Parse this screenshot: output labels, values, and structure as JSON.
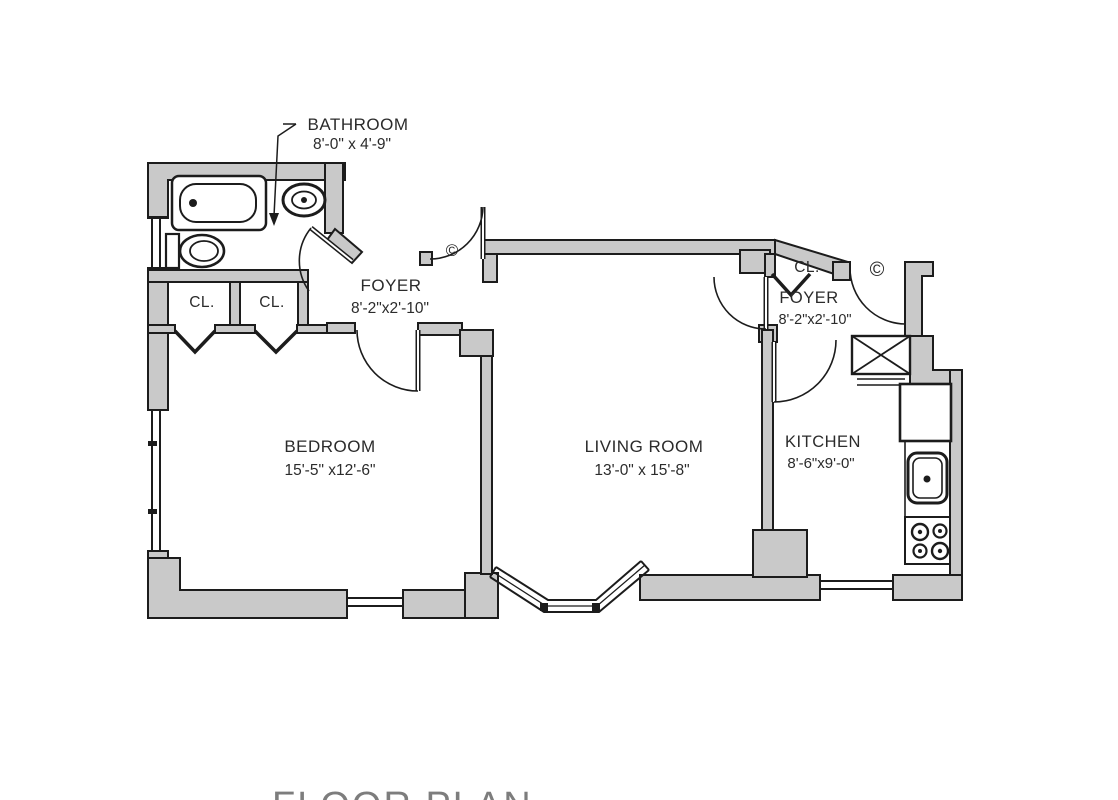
{
  "meta": {
    "drawing_type": "apartment floor plan",
    "caption": "FLOOR PLAN",
    "copyright_symbol": "©"
  },
  "colors": {
    "wall_fill": "#c9c9c9",
    "line": "#1c1c1c",
    "text": "#2b2b2b",
    "background": "#ffffff",
    "caption": "#7d7d7d"
  },
  "rooms": {
    "bathroom": {
      "name": "BATHROOM",
      "dims": "8'-0\" x 4'-9\""
    },
    "foyer_left": {
      "name": "FOYER",
      "dims": "8'-2\"x2'-10\""
    },
    "bedroom": {
      "name": "BEDROOM",
      "dims": "15'-5\" x12'-6\""
    },
    "living_room": {
      "name": "LIVING ROOM",
      "dims": "13'-0\" x 15'-8\""
    },
    "kitchen": {
      "name": "KITCHEN",
      "dims": "8'-6\"x9'-0\""
    },
    "foyer_right": {
      "name": "FOYER",
      "dims": "8'-2\"x2'-10\""
    }
  },
  "closets": {
    "left_a": "CL.",
    "left_b": "CL.",
    "right": "CL."
  },
  "fixtures": [
    "bathtub",
    "toilet",
    "bathroom-sink",
    "refrigerator",
    "kitchen-sink",
    "stove-burners",
    "shaft-x",
    "door-swings",
    "windows",
    "bay-window",
    "bifold-closet-doors"
  ]
}
